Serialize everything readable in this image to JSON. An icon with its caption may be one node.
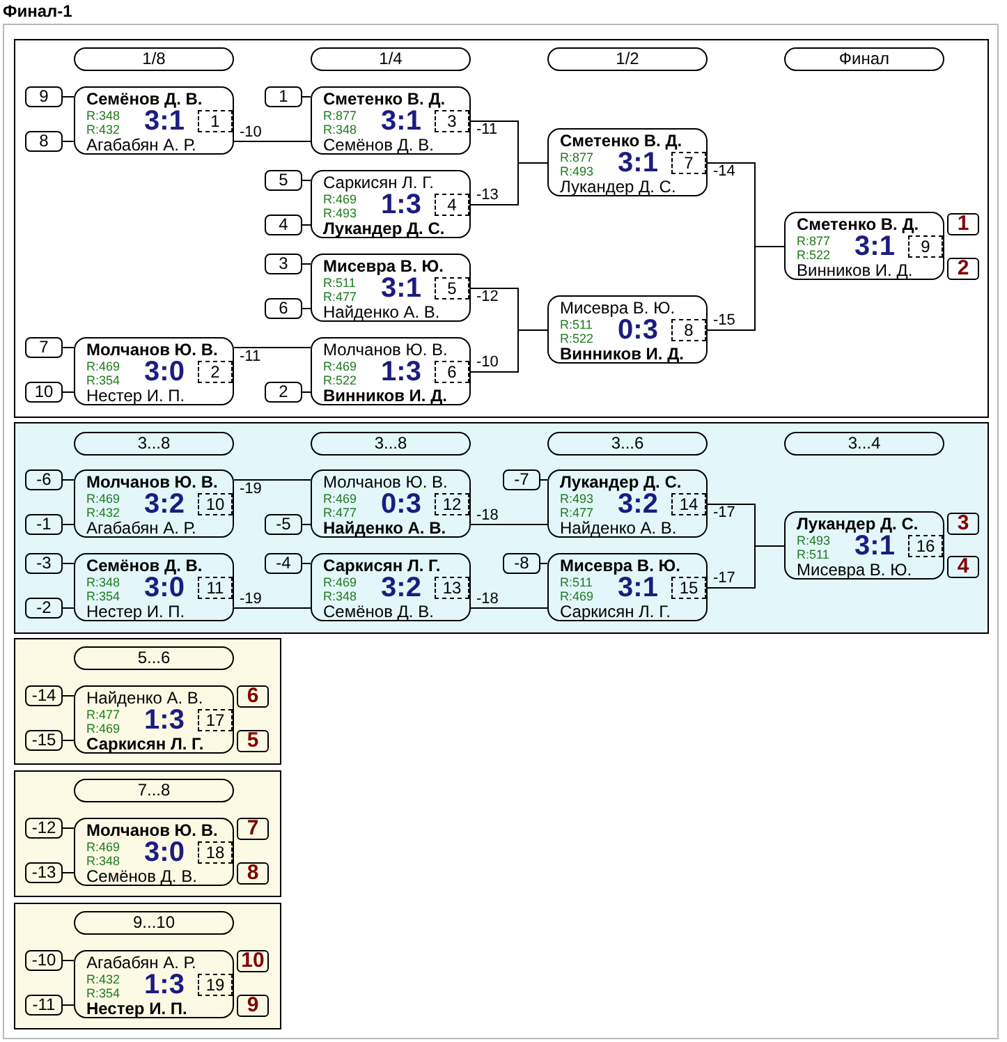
{
  "diagram": {
    "title": "Финал-1",
    "nodes": [
      {
        "text": [],
        "shape": "box"
      },
      {
        "text": [
          "1/8"
        ],
        "in": 0
      },
      {
        "text": [
          "1/4"
        ],
        "in": 0
      },
      {
        "text": [
          "1/2"
        ],
        "in": 0
      },
      {
        "text": [
          "Финал"
        ],
        "in": 0
      },
      {
        "text": [
          "9"
        ],
        "in": 0
      },
      {
        "text": [
          "8"
        ],
        "in": 0
      },
      {
        "text": [
          "Семёнов Д. В.",
          "R:348",
          "R:432",
          "3:1",
          "Агабабян А. Р."
        ],
        "in": 0,
        "beside": [
          "-10"
        ]
      },
      {
        "text": [
          "1"
        ],
        "in": 7
      },
      {
        "text": [
          "7"
        ],
        "in": 0
      },
      {
        "text": [
          "10"
        ],
        "in": 0
      },
      {
        "text": [
          "Молчанов Ю. В.",
          "R:469",
          "R:354",
          "3:0",
          "Нестер И. П."
        ],
        "in": 0,
        "beside": [
          "-11"
        ]
      },
      {
        "text": [
          "2"
        ],
        "in": 11
      },
      {
        "text": [
          "1"
        ],
        "in": 0
      },
      {
        "text": [
          "Сметенко В. Д.",
          "R:877",
          "R:348",
          "3:1",
          "Семёнов Д. В."
        ],
        "in": 0,
        "beside": [
          "-11"
        ]
      },
      {
        "text": [
          "3"
        ],
        "in": 14
      },
      {
        "text": [
          "5"
        ],
        "in": 0
      },
      {
        "text": [
          "4"
        ],
        "in": 0
      },
      {
        "text": [
          "Саркисян Л. Г.",
          "R:469",
          "R:493",
          "1:3",
          "Лукандер Д. С."
        ],
        "in": 0,
        "beside": [
          "-13"
        ]
      },
      {
        "text": [
          "4"
        ],
        "in": 18
      },
      {
        "text": [
          "3"
        ],
        "in": 0
      },
      {
        "text": [
          "6"
        ],
        "in": 0
      },
      {
        "text": [
          "Мисевра В. Ю.",
          "R:511",
          "R:477",
          "3:1",
          "Найденко А. В."
        ],
        "in": 0,
        "beside": [
          "-12"
        ]
      },
      {
        "text": [
          "5"
        ],
        "in": 22
      },
      {
        "text": [
          "2"
        ],
        "in": 0
      },
      {
        "text": [
          "Молчанов Ю. В.",
          "R:469",
          "R:522",
          "1:3",
          "Винников И. Д."
        ],
        "in": 0,
        "beside": [
          "-10"
        ]
      },
      {
        "text": [
          "6"
        ],
        "in": 25
      },
      {
        "text": [
          "Сметенко В. Д.",
          "R:877",
          "R:493",
          "3:1",
          "Лукандер Д. С."
        ],
        "in": 0,
        "beside": [
          "-14"
        ]
      },
      {
        "text": [
          "7"
        ],
        "in": 27
      },
      {
        "text": [
          "Мисевра В. Ю.",
          "R:511",
          "R:522",
          "0:3",
          "Винников И. Д."
        ],
        "in": 0,
        "beside": [
          "-15"
        ]
      },
      {
        "text": [
          "8"
        ],
        "in": 29
      },
      {
        "text": [
          "Сметенко В. Д.",
          "R:877",
          "R:522",
          "3:1",
          "Винников И. Д."
        ],
        "in": 0
      },
      {
        "text": [
          "9"
        ],
        "in": 31
      },
      {
        "text": [
          "1"
        ],
        "in": 0
      },
      {
        "text": [
          "2"
        ],
        "in": 0
      },
      {
        "text": [],
        "shape": "box"
      },
      {
        "text": [
          "3...8"
        ],
        "in": 35
      },
      {
        "text": [
          "3...8"
        ],
        "in": 35
      },
      {
        "text": [
          "3...6"
        ],
        "in": 35
      },
      {
        "text": [
          "3...4"
        ],
        "in": 35
      },
      {
        "text": [
          "-6"
        ],
        "in": 35
      },
      {
        "text": [
          "-1"
        ],
        "in": 35
      },
      {
        "text": [
          "Молчанов Ю. В.",
          "R:469",
          "R:432",
          "3:2",
          "Агабабян А. Р."
        ],
        "in": 35,
        "beside": [
          "-19"
        ]
      },
      {
        "text": [
          "10"
        ],
        "in": 42
      },
      {
        "text": [
          "-3"
        ],
        "in": 35
      },
      {
        "text": [
          "-2"
        ],
        "in": 35
      },
      {
        "text": [
          "Семёнов Д. В.",
          "R:348",
          "R:354",
          "3:0",
          "Нестер И. П."
        ],
        "in": 35,
        "beside": [
          "-19"
        ]
      },
      {
        "text": [
          "11"
        ],
        "in": 46
      },
      {
        "text": [
          "-5"
        ],
        "in": 35
      },
      {
        "text": [
          "Молчанов Ю. В.",
          "R:469",
          "R:477",
          "0:3",
          "Найденко А. В."
        ],
        "in": 35,
        "beside": [
          "-18"
        ]
      },
      {
        "text": [
          "12"
        ],
        "in": 49
      },
      {
        "text": [
          "-4"
        ],
        "in": 35
      },
      {
        "text": [
          "Саркисян Л. Г.",
          "R:469",
          "R:348",
          "3:2",
          "Семёнов Д. В."
        ],
        "in": 35,
        "beside": [
          "-18"
        ]
      },
      {
        "text": [
          "13"
        ],
        "in": 52
      },
      {
        "text": [
          "-7"
        ],
        "in": 35
      },
      {
        "text": [
          "Лукандер Д. С.",
          "R:493",
          "R:477",
          "3:2",
          "Найденко А. В."
        ],
        "in": 35,
        "beside": [
          "-17"
        ]
      },
      {
        "text": [
          "14"
        ],
        "in": 55
      },
      {
        "text": [
          "-8"
        ],
        "in": 35
      },
      {
        "text": [
          "Мисевра В. Ю.",
          "R:511",
          "R:469",
          "3:1",
          "Саркисян Л. Г."
        ],
        "in": 35,
        "beside": [
          "-17"
        ]
      },
      {
        "text": [
          "15"
        ],
        "in": 58
      },
      {
        "text": [
          "Лукандер Д. С.",
          "R:493",
          "R:511",
          "3:1",
          "Мисевра В. Ю."
        ],
        "in": 35
      },
      {
        "text": [
          "16"
        ],
        "in": 60
      },
      {
        "text": [
          "3"
        ],
        "in": 35
      },
      {
        "text": [
          "4"
        ],
        "in": 35
      },
      {
        "text": [],
        "shape": "box"
      },
      {
        "text": [
          "5...6"
        ],
        "in": 64
      },
      {
        "text": [
          "-14"
        ],
        "in": 64
      },
      {
        "text": [
          "-15"
        ],
        "in": 64
      },
      {
        "text": [
          "Найденко А. В.",
          "R:477",
          "R:469",
          "1:3",
          "Саркисян Л. Г."
        ],
        "in": 64
      },
      {
        "text": [
          "17"
        ],
        "in": 68
      },
      {
        "text": [
          "6"
        ],
        "in": 64
      },
      {
        "text": [
          "5"
        ],
        "in": 64
      },
      {
        "text": [],
        "shape": "box"
      },
      {
        "text": [
          "7...8"
        ],
        "in": 72
      },
      {
        "text": [
          "-12"
        ],
        "in": 72
      },
      {
        "text": [
          "-13"
        ],
        "in": 72
      },
      {
        "text": [
          "Молчанов Ю. В.",
          "R:469",
          "R:348",
          "3:0",
          "Семёнов Д. В."
        ],
        "in": 72
      },
      {
        "text": [
          "18"
        ],
        "in": 76
      },
      {
        "text": [
          "7"
        ],
        "in": 72
      },
      {
        "text": [
          "8"
        ],
        "in": 72
      },
      {
        "text": [],
        "shape": "box"
      },
      {
        "text": [
          "9...10"
        ],
        "in": 80
      },
      {
        "text": [
          "-10"
        ],
        "in": 80
      },
      {
        "text": [
          "-11"
        ],
        "in": 80
      },
      {
        "text": [
          "Агабабян А. Р.",
          "R:432",
          "R:354",
          "1:3",
          "Нестер И. П."
        ],
        "in": 80
      },
      {
        "text": [
          "19"
        ],
        "in": 84
      },
      {
        "text": [
          "10"
        ],
        "in": 80
      },
      {
        "text": [
          "9"
        ],
        "in": 80
      }
    ],
    "edges": [
      {
        "from": 5,
        "to": 7,
        "arrow": "none"
      },
      {
        "from": 6,
        "to": 7,
        "arrow": "none"
      },
      {
        "from": 9,
        "to": 11,
        "arrow": "none"
      },
      {
        "from": 10,
        "to": 11,
        "arrow": "none"
      },
      {
        "from": 13,
        "to": 14,
        "arrow": "none"
      },
      {
        "from": 16,
        "to": 18,
        "arrow": "none"
      },
      {
        "from": 17,
        "to": 18,
        "arrow": "none"
      },
      {
        "from": 20,
        "to": 22,
        "arrow": "none"
      },
      {
        "from": 21,
        "to": 22,
        "arrow": "none"
      },
      {
        "from": 24,
        "to": 25,
        "arrow": "none"
      },
      {
        "from": 7,
        "to": 14,
        "arrow": "none"
      },
      {
        "from": 11,
        "to": 25,
        "arrow": "none"
      },
      {
        "from": 14,
        "to": 27,
        "arrow": "none"
      },
      {
        "from": 18,
        "to": 27,
        "arrow": "none"
      },
      {
        "from": 22,
        "to": 29,
        "arrow": "none"
      },
      {
        "from": 25,
        "to": 29,
        "arrow": "none"
      },
      {
        "from": 27,
        "to": 31,
        "arrow": "none"
      },
      {
        "from": 29,
        "to": 31,
        "arrow": "none"
      },
      {
        "from": 40,
        "to": 42,
        "arrow": "none"
      },
      {
        "from": 41,
        "to": 42,
        "arrow": "none"
      },
      {
        "from": 44,
        "to": 46,
        "arrow": "none"
      },
      {
        "from": 45,
        "to": 46,
        "arrow": "none"
      },
      {
        "from": 48,
        "to": 49,
        "arrow": "none"
      },
      {
        "from": 51,
        "to": 52,
        "arrow": "none"
      },
      {
        "from": 54,
        "to": 55,
        "arrow": "none"
      },
      {
        "from": 57,
        "to": 58,
        "arrow": "none"
      },
      {
        "from": 42,
        "to": 49,
        "arrow": "none"
      },
      {
        "from": 46,
        "to": 52,
        "arrow": "none"
      },
      {
        "from": 49,
        "to": 55,
        "arrow": "none"
      },
      {
        "from": 52,
        "to": 58,
        "arrow": "none"
      },
      {
        "from": 55,
        "to": 60,
        "arrow": "none"
      },
      {
        "from": 58,
        "to": 60,
        "arrow": "none"
      },
      {
        "from": 66,
        "to": 68,
        "arrow": "none"
      },
      {
        "from": 67,
        "to": 68,
        "arrow": "none"
      },
      {
        "from": 74,
        "to": 76,
        "arrow": "none"
      },
      {
        "from": 75,
        "to": 76,
        "arrow": "none"
      },
      {
        "from": 82,
        "to": 84,
        "arrow": "none"
      },
      {
        "from": 83,
        "to": 84,
        "arrow": "none"
      }
    ]
  }
}
